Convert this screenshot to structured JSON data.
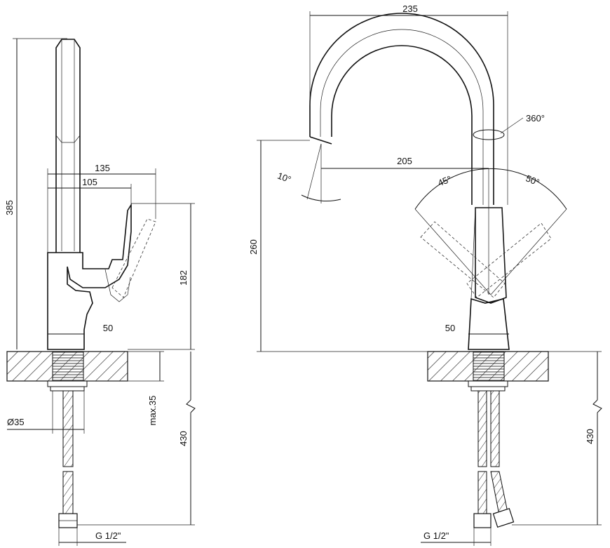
{
  "side_view": {
    "dim_height_total": "385",
    "dim_reach_lever": "135",
    "dim_reach_body": "105",
    "dim_lever_height": "182",
    "dim_base_width": "50",
    "dim_hole_diameter": "Ø35",
    "dim_max_thickness": "max.35",
    "dim_hose_length": "430",
    "dim_thread": "G 1/2\""
  },
  "front_view": {
    "dim_span": "235",
    "dim_spout_reach": "205",
    "dim_spout_height": "260",
    "dim_rotation": "360°",
    "dim_tilt": "10°",
    "dim_lever_left": "45°",
    "dim_lever_right": "50°",
    "dim_base_width": "50",
    "dim_hose_length": "430",
    "dim_thread": "G 1/2\""
  }
}
